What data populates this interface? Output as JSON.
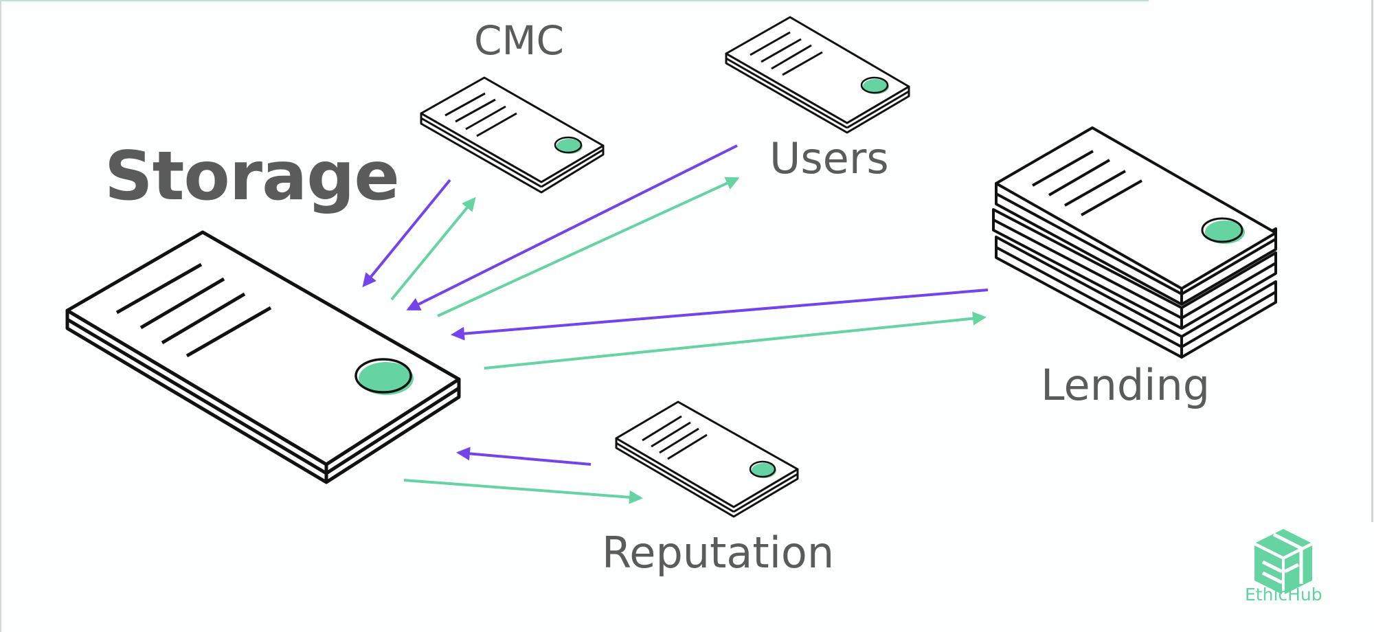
{
  "slide": {
    "labels": {
      "storage": "Storage",
      "cmc": "CMC",
      "users": "Users",
      "lending": "Lending",
      "reputation": "Reputation"
    },
    "logo": {
      "text": "EthicHub",
      "icon": "ethichub-cube-icon"
    }
  },
  "colors": {
    "text": "#5b5b5b",
    "incoming_arrow": "#7443ea",
    "outgoing_arrow": "#66d3a2",
    "accent_green": "#66d3a2",
    "outline": "#111111"
  },
  "diagram": {
    "hub": "Storage",
    "nodes": [
      {
        "name": "CMC",
        "layers": 2
      },
      {
        "name": "Users",
        "layers": 2
      },
      {
        "name": "Lending",
        "layers": 3
      },
      {
        "name": "Reputation",
        "layers": 2
      }
    ],
    "edges": [
      {
        "from": "CMC",
        "to": "Storage",
        "color": "purple"
      },
      {
        "from": "Storage",
        "to": "CMC",
        "color": "green"
      },
      {
        "from": "Users",
        "to": "Storage",
        "color": "purple"
      },
      {
        "from": "Storage",
        "to": "Users",
        "color": "green"
      },
      {
        "from": "Lending",
        "to": "Storage",
        "color": "purple"
      },
      {
        "from": "Storage",
        "to": "Lending",
        "color": "green"
      },
      {
        "from": "Reputation",
        "to": "Storage",
        "color": "purple"
      },
      {
        "from": "Storage",
        "to": "Reputation",
        "color": "green"
      }
    ]
  }
}
